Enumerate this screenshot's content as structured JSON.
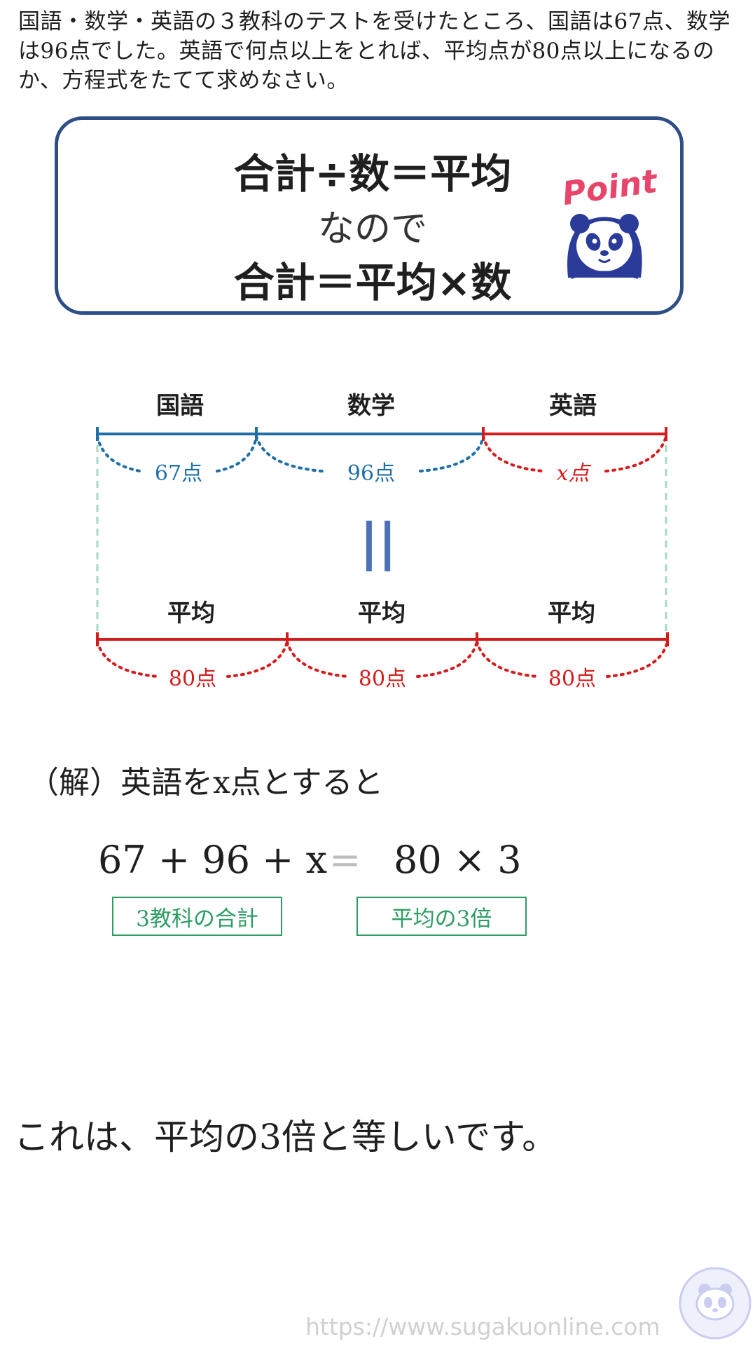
{
  "problem": {
    "text": "国語・数学・英語の３教科のテストを受けたところ、国語は67点、数学は96点でした。英語で何点以上をとれば、平均点が80点以上になるのか、方程式をたてて求めなさい。"
  },
  "point": {
    "line1": "合計÷数＝平均",
    "line2": "なので",
    "line3": "合計＝平均×数",
    "badge": "Point"
  },
  "diagram": {
    "top_labels": [
      "国語",
      "数学",
      "英語"
    ],
    "top_scores": [
      "67点",
      "96点",
      "x点"
    ],
    "equals_sign": "||",
    "bottom_labels": [
      "平均",
      "平均",
      "平均"
    ],
    "bottom_scores": [
      "80点",
      "80点",
      "80点"
    ],
    "colors": {
      "blue": "#1f6fa6",
      "red": "#d41c1c",
      "guide": "#a6d9c6",
      "equals": "#4a72b8"
    }
  },
  "solution": {
    "intro": "（解）英語をx点とすると",
    "lhs": "67 + 96 + x",
    "eq": "=",
    "rhs": "80 × 3",
    "tag_left": "3教科の合計",
    "tag_right": "平均の3倍"
  },
  "conclusion": "これは、平均の3倍と等しいです。",
  "footer": {
    "url": "https://www.sugakuonline.com"
  }
}
